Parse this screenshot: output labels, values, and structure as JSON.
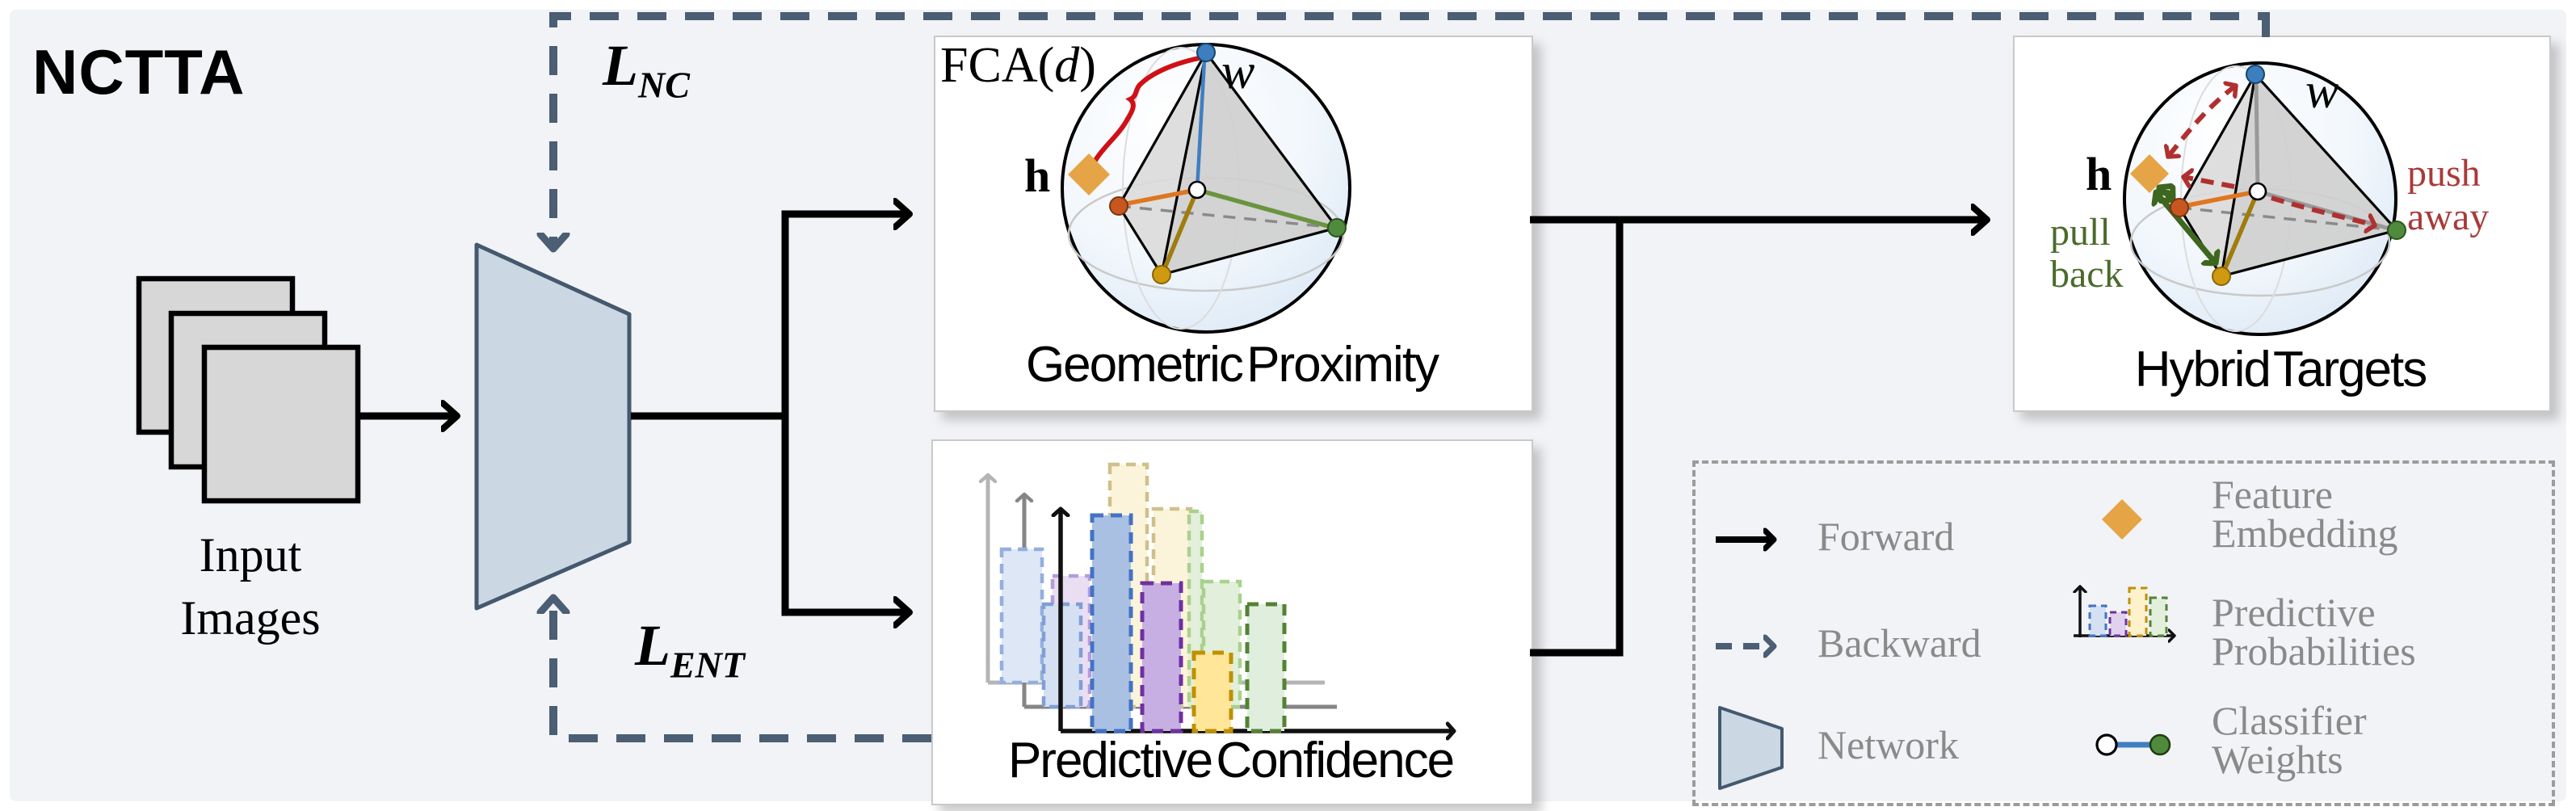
{
  "title": "NCTTA",
  "input": {
    "line1": "Input",
    "line2": "Images"
  },
  "losses": {
    "nc_main": "L",
    "nc_sub": "NC",
    "ent_main": "L",
    "ent_sub": "ENT"
  },
  "geometric": {
    "fca_prefix": "FCA(",
    "fca_var": "d",
    "fca_suffix": ")",
    "h": "h",
    "w": "w",
    "caption": "Geometric Proximity"
  },
  "confidence": {
    "caption": "Predictive Confidence",
    "bar_colors": {
      "blue": "#4472c4",
      "purple": "#7030a0",
      "yellow": "#bf9000",
      "green": "#548235"
    }
  },
  "hybrid": {
    "h": "h",
    "w": "w",
    "pull_line1": "pull",
    "pull_line2": "back",
    "push_line1": "push",
    "push_line2": "away",
    "caption": "Hybrid Targets"
  },
  "legend": {
    "forward": "Forward",
    "backward": "Backward",
    "network": "Network",
    "feature_line1": "Feature",
    "feature_line2": "Embedding",
    "prob_line1": "Predictive",
    "prob_line2": "Probabilities",
    "weights_line1": "Classifier",
    "weights_line2": "Weights"
  },
  "colors": {
    "background": "#f2f3f6",
    "forward_arrow": "#000000",
    "backward_arrow": "#4b5e74",
    "network_fill": "#ccd7e4",
    "network_stroke": "#44586e",
    "image_fill": "#d7d7d7",
    "feature_diamond": "#e5a445",
    "fca_red": "#cf1016",
    "push_red": "#b03030",
    "pull_green": "#3d661e",
    "blue_dot": "#3d7ebf",
    "orange_dot": "#c8571f",
    "green_dot": "#4f8a3d",
    "gold_dot": "#cf9a10",
    "legend_text": "#8a8a8a"
  }
}
